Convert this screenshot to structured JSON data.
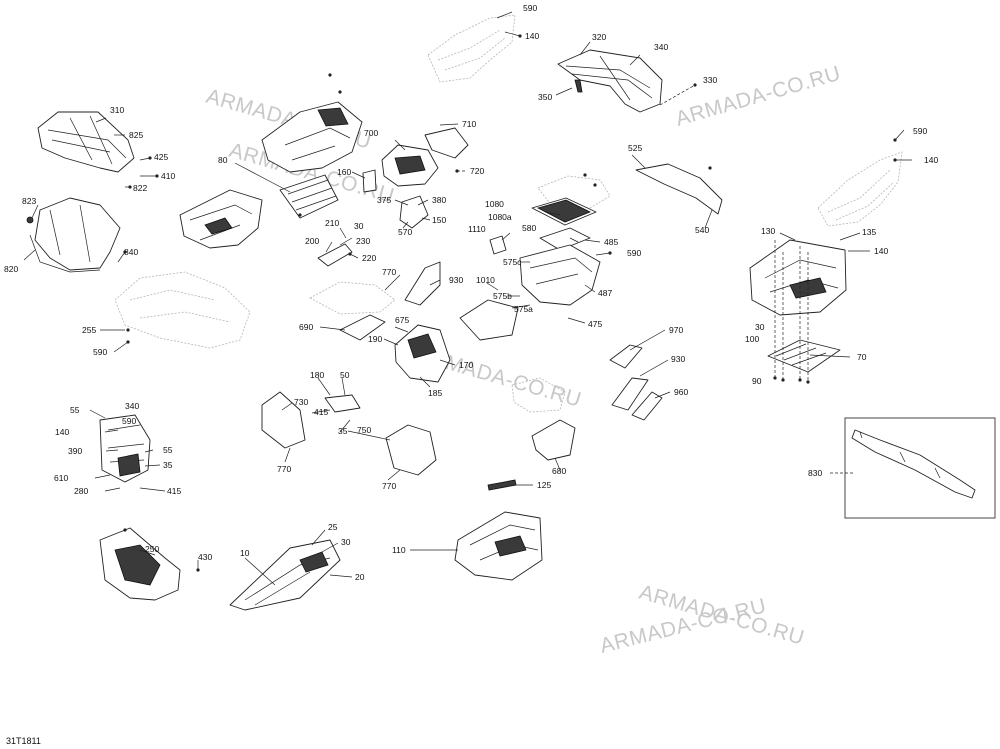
{
  "document_id": "31T1811",
  "watermarks": [
    "ARMADA-CO.RU",
    "ARMADA-CO.RU",
    "ARMADA-CO.RU",
    "ARMADA-CO.RU",
    "ARMADA-CO.RU",
    "ARMADA-CO.RU"
  ],
  "callouts": [
    "590",
    "140",
    "320",
    "340",
    "330",
    "350",
    "310",
    "825",
    "425",
    "410",
    "822",
    "823",
    "820",
    "840",
    "80",
    "700",
    "710",
    "720",
    "160",
    "375",
    "380",
    "150",
    "570",
    "210",
    "30",
    "230",
    "200",
    "220",
    "1080",
    "1080a",
    "1110",
    "580",
    "485",
    "575c",
    "590",
    "487",
    "525",
    "540",
    "590",
    "140",
    "130",
    "135",
    "140",
    "770",
    "930",
    "1010",
    "575b",
    "575a",
    "475",
    "255",
    "590",
    "690",
    "675",
    "190",
    "170",
    "185",
    "970",
    "930",
    "960",
    "30",
    "100",
    "70",
    "90",
    "180",
    "50",
    "730",
    "415",
    "35",
    "770",
    "750",
    "770",
    "680",
    "55",
    "340",
    "590",
    "140",
    "390",
    "55",
    "610",
    "35",
    "280",
    "415",
    "125",
    "830",
    "250",
    "430",
    "10",
    "25",
    "30",
    "20",
    "110"
  ],
  "inset": {
    "callout": "830"
  }
}
